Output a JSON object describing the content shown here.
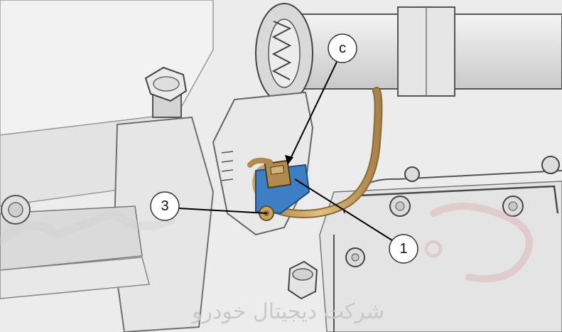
{
  "callouts": [
    {
      "id": "c",
      "label": "c"
    },
    {
      "id": "1",
      "label": "1"
    },
    {
      "id": "3",
      "label": "3"
    }
  ],
  "watermark": {
    "text": "شرکت دیجیتال خودرو",
    "accent_color": "#d9a0a3"
  },
  "colors": {
    "background": "#ededed",
    "casting": "#dcdcdc",
    "outline": "#2b2b2b",
    "sensor_blue": "#3d7fc4",
    "pipe_gold": "#c9a45c",
    "connector_tan": "#b08a4f"
  }
}
